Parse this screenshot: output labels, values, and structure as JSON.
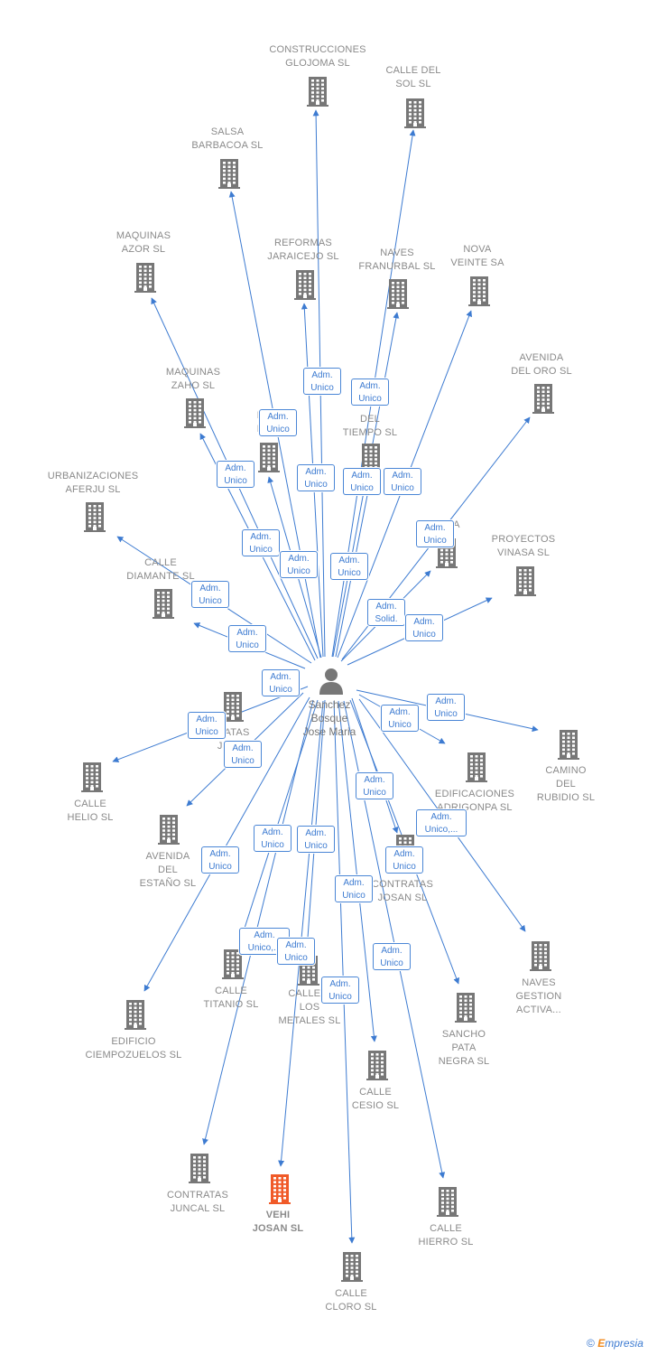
{
  "center": {
    "name": "Sanchez\nBosque\nJose Maria",
    "icon": "person-icon"
  },
  "colors": {
    "edge": "#3d7bd1",
    "building": "#777777",
    "highlight": "#f05a28"
  },
  "brand": {
    "copyright": "©",
    "initial": "E",
    "rest": "mpresia"
  },
  "companies": [
    {
      "label": "CONSTRUCCIONES\nGLOJOMA SL",
      "icon": "building-icon"
    },
    {
      "label": "CALLE DEL\nSOL SL",
      "icon": "building-icon"
    },
    {
      "label": "SALSA\nBARBACOA SL",
      "icon": "building-icon"
    },
    {
      "label": "MAQUINAS\nAZOR  SL",
      "icon": "building-icon"
    },
    {
      "label": "REFORMAS\nJARAICEJO SL",
      "icon": "building-icon"
    },
    {
      "label": "NAVES\nFRANURBAL SL",
      "icon": "building-icon"
    },
    {
      "label": "NOVA\nVEINTE SA",
      "icon": "building-icon"
    },
    {
      "label": "AVENIDA\nDEL ORO SL",
      "icon": "building-icon"
    },
    {
      "label": "MAQUINAS\nZAHO  SL",
      "icon": "building-icon"
    },
    {
      "label": "REF\nESV",
      "icon": "building-icon"
    },
    {
      "label": "DEL\nTIEMPO SL",
      "icon": "building-icon"
    },
    {
      "label": "URBANIZACIONES\nAFERJU SL",
      "icon": "building-icon"
    },
    {
      "label": "B        8 SA",
      "icon": "building-icon"
    },
    {
      "label": "PROYECTOS\nVINASA SL",
      "icon": "building-icon"
    },
    {
      "label": "CALLE\nDIAMANTE SL",
      "icon": "building-icon"
    },
    {
      "label": "  TRATAS\nJOLA",
      "icon": "building-icon"
    },
    {
      "label": "CALLE\nHELIO SL",
      "icon": "building-icon"
    },
    {
      "label": "CAMINO\nDEL\nRUBIDIO SL",
      "icon": "building-icon"
    },
    {
      "label": "EDIFICACIONES\nADRIGONPA SL",
      "icon": "building-icon"
    },
    {
      "label": "AVENIDA\nDEL\nESTAÑO SL",
      "icon": "building-icon"
    },
    {
      "label": "CONTRATAS\nJOSAN  SL",
      "icon": "building-icon"
    },
    {
      "label": "NAVES\nGESTION\nACTIVA...",
      "icon": "building-icon"
    },
    {
      "label": "CALLE\nTITANIO SL",
      "icon": "building-icon"
    },
    {
      "label": "CALLE D\nLOS\nMETALES SL",
      "icon": "building-icon"
    },
    {
      "label": "EDIFICIO\nCIEMPOZUELOS SL",
      "icon": "building-icon"
    },
    {
      "label": "SANCHO\nPATA\nNEGRA  SL",
      "icon": "building-icon"
    },
    {
      "label": "CALLE\nCESIO SL",
      "icon": "building-icon"
    },
    {
      "label": "CONTRATAS\nJUNCAL SL",
      "icon": "building-icon"
    },
    {
      "label": "VEHI\nJOSAN  SL",
      "icon": "building-icon",
      "highlight": true
    },
    {
      "label": "CALLE\nHIERRO SL",
      "icon": "building-icon"
    },
    {
      "label": "CALLE\nCLORO SL",
      "icon": "building-icon"
    }
  ],
  "badges": [
    "Adm.\nUnico",
    "Adm.\nUnico",
    "Adm.\nUnico",
    "Adm.\nUnico",
    "Adm.\nUnico",
    "Adm.\nUnico",
    "Adm.\nUnico",
    "Adm.\nUnico",
    "Adm.\nUnico",
    "Adm.\nUnico",
    "Adm.\nUnico",
    "Adm.\nUnico",
    "Adm.\nUnico",
    "Adm.\nSolid.",
    "Adm.\nUnico",
    "Adm.\nUnico",
    "Adm.\nUnico",
    "Adm.\nUnico",
    "Adm.\nUnico",
    "Adm.\nUnico",
    "Adm.\nUnico",
    "Adm.\nUnico,...",
    "Adm.\nUnico",
    "Adm.\nUnico",
    "Adm.\nUnico",
    "Adm.\nUnico",
    "Adm.\nUnico",
    "Adm.\nUnico,...",
    "Adm.\nUnico",
    "Adm.\nUnico",
    "Adm.\nUnico"
  ]
}
